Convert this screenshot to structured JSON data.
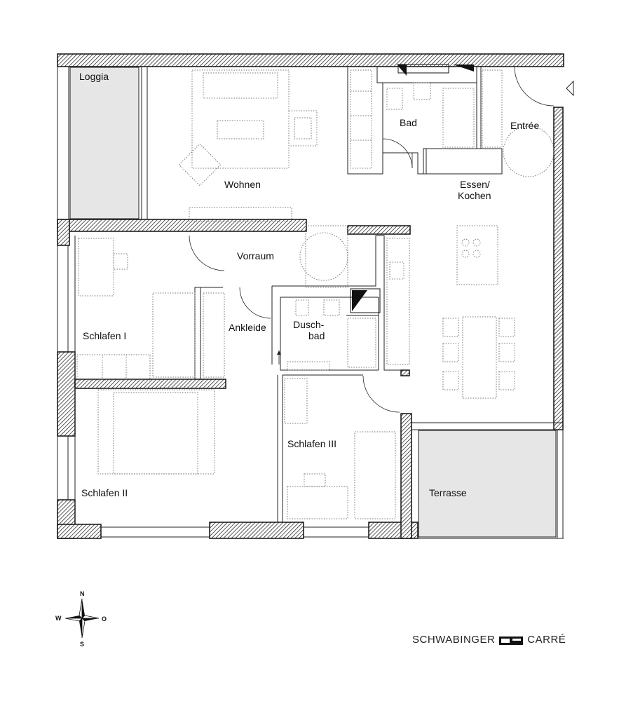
{
  "plan": {
    "rooms": [
      {
        "key": "loggia",
        "label": "Loggia"
      },
      {
        "key": "wohnen",
        "label": "Wohnen"
      },
      {
        "key": "bad",
        "label": "Bad"
      },
      {
        "key": "entree",
        "label": "Entrée"
      },
      {
        "key": "essen",
        "label": "Essen/"
      },
      {
        "key": "kochen",
        "label": "Kochen"
      },
      {
        "key": "vorraum",
        "label": "Vorraum"
      },
      {
        "key": "schlafen1",
        "label": "Schlafen I"
      },
      {
        "key": "ankleide",
        "label": "Ankleide"
      },
      {
        "key": "duschbad1",
        "label": "Dusch-"
      },
      {
        "key": "duschbad2",
        "label": "bad"
      },
      {
        "key": "schlafen3",
        "label": "Schlafen III"
      },
      {
        "key": "schlafen2",
        "label": "Schlafen II"
      },
      {
        "key": "terrasse",
        "label": "Terrasse"
      }
    ],
    "compass": {
      "n": "N",
      "s": "S",
      "w": "W",
      "o": "O"
    }
  },
  "brand": {
    "left": "SCHWABINGER",
    "right": "CARRÉ"
  }
}
